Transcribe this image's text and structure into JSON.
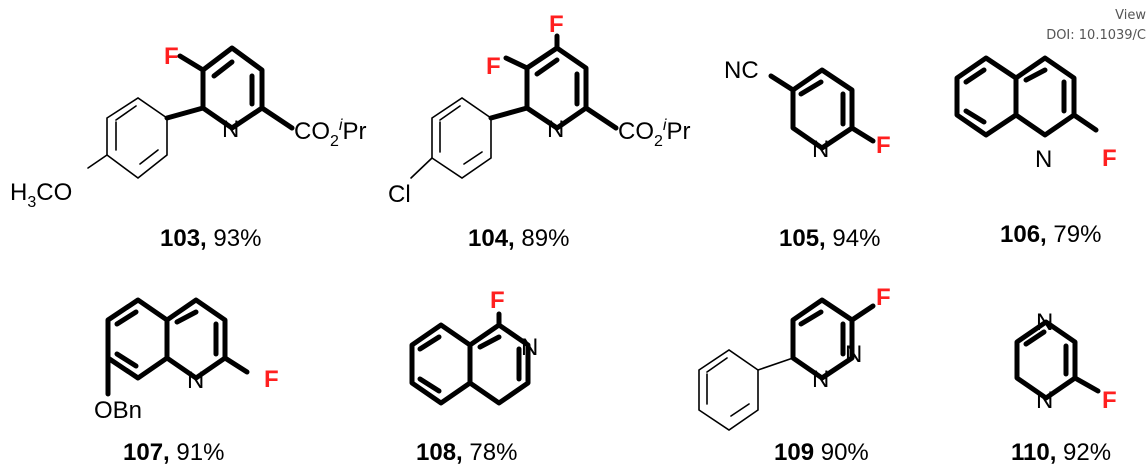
{
  "watermark": {
    "line1": "View",
    "line2": "DOI: 10.1039/C"
  },
  "atoms": {
    "F": "F",
    "N": "N",
    "Cl": "Cl",
    "NC": "NC",
    "CO": "CO",
    "sub2": "2",
    "iso": "i",
    "Pr": "Pr",
    "H": "H",
    "sub3": "3",
    "CO_meo": "CO",
    "OBn": "OBn"
  },
  "compounds": [
    {
      "number": "103",
      "sep": ",",
      "yield": " 93%"
    },
    {
      "number": "104",
      "sep": ",",
      "yield": " 89%"
    },
    {
      "number": "105",
      "sep": ",",
      "yield": " 94%"
    },
    {
      "number": "106",
      "sep": ",",
      "yield": " 79%"
    },
    {
      "number": "107",
      "sep": ",",
      "yield": " 91%"
    },
    {
      "number": "108",
      "sep": ",",
      "yield": " 78%"
    },
    {
      "number": "109",
      "sep": "",
      "yield": " 90%"
    },
    {
      "number": "110",
      "sep": ",",
      "yield": " 92%"
    }
  ]
}
